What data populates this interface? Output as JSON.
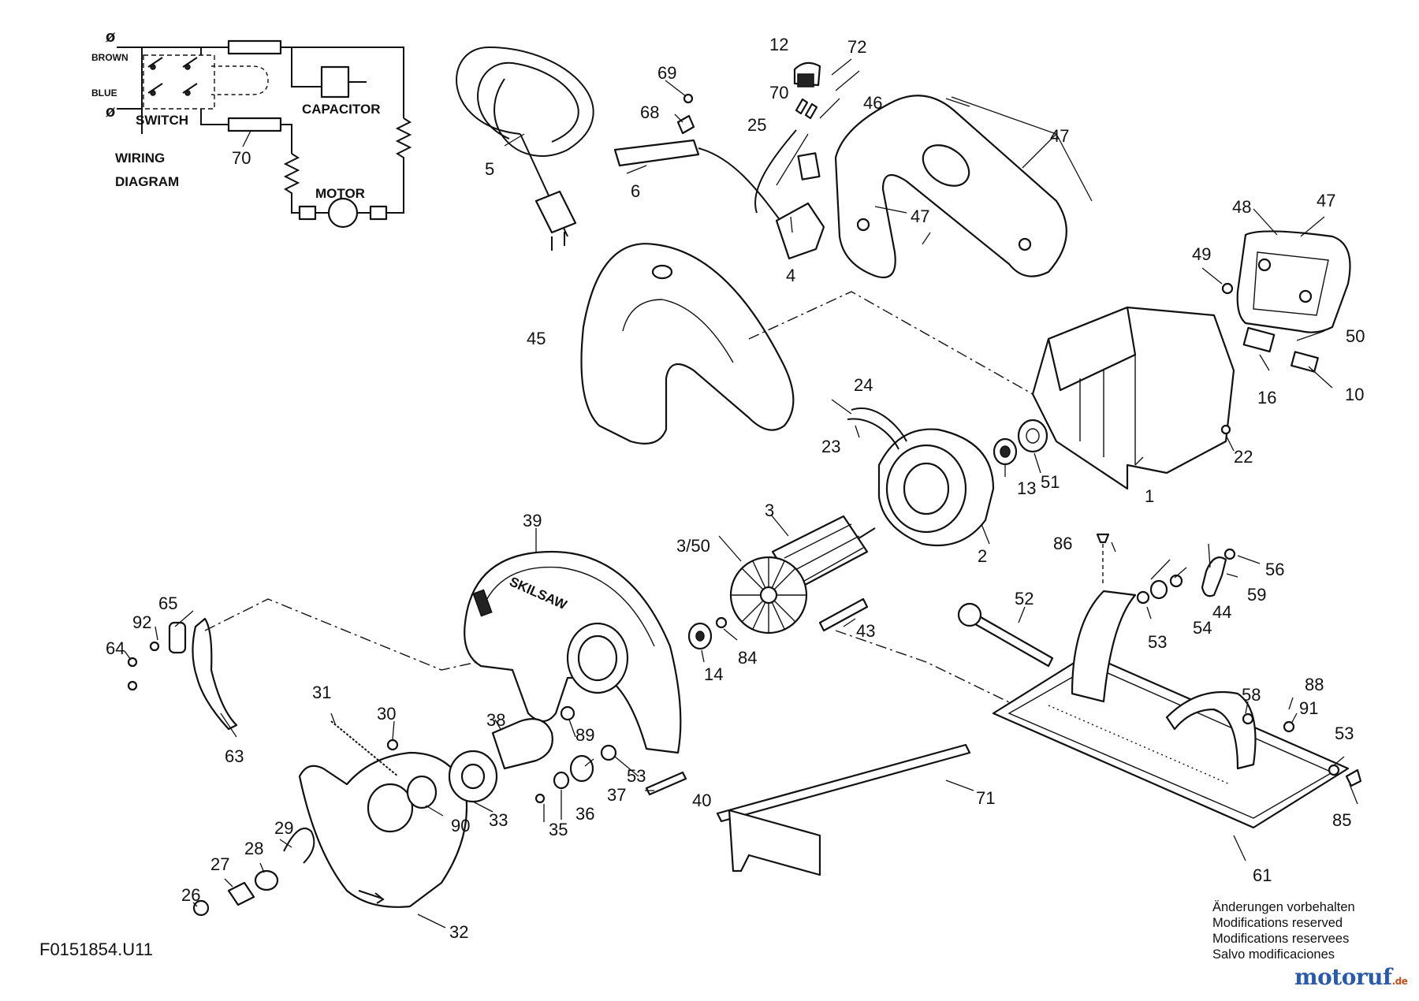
{
  "wiring": {
    "brown": "BROWN",
    "blue": "BLUE",
    "switch": "SWITCH",
    "capacitor": "CAPACITOR",
    "motor": "MOTOR",
    "title_line1": "WIRING",
    "title_line2": "DIAGRAM",
    "part_70": "70",
    "terminal_symbol": "ø"
  },
  "callouts": {
    "c1": "1",
    "c2": "2",
    "c3": "3",
    "c3_50": "3/50",
    "c4": "4",
    "c5": "5",
    "c6": "6",
    "c10": "10",
    "c12": "12",
    "c13": "13",
    "c14": "14",
    "c16": "16",
    "c22": "22",
    "c23": "23",
    "c24": "24",
    "c25": "25",
    "c26": "26",
    "c27": "27",
    "c28": "28",
    "c29": "29",
    "c30": "30",
    "c31": "31",
    "c32": "32",
    "c33": "33",
    "c35": "35",
    "c36": "36",
    "c37": "37",
    "c38": "38",
    "c39": "39",
    "c40": "40",
    "c43": "43",
    "c44": "44",
    "c45": "45",
    "c46": "46",
    "c47a": "47",
    "c47b": "47",
    "c47c": "47",
    "c48": "48",
    "c49": "49",
    "c50": "50",
    "c51": "51",
    "c52": "52",
    "c53a": "53",
    "c53b": "53",
    "c53c": "53",
    "c54": "54",
    "c56": "56",
    "c58": "58",
    "c59": "59",
    "c61": "61",
    "c63": "63",
    "c64": "64",
    "c65": "65",
    "c68": "68",
    "c69": "69",
    "c70": "70",
    "c71": "71",
    "c72": "72",
    "c84": "84",
    "c85": "85",
    "c86": "86",
    "c88": "88",
    "c89": "89",
    "c90": "90",
    "c91": "91",
    "c92": "92"
  },
  "blade_guard_brand": "SKILSAW",
  "footer": {
    "drawing_id": "F0151854.U11",
    "notes": [
      "Änderungen vorbehalten",
      "Modifications reserved",
      "Modifications reservees",
      "Salvo modificaciones"
    ],
    "watermark_main": "motoruf",
    "watermark_tld": ".de"
  }
}
